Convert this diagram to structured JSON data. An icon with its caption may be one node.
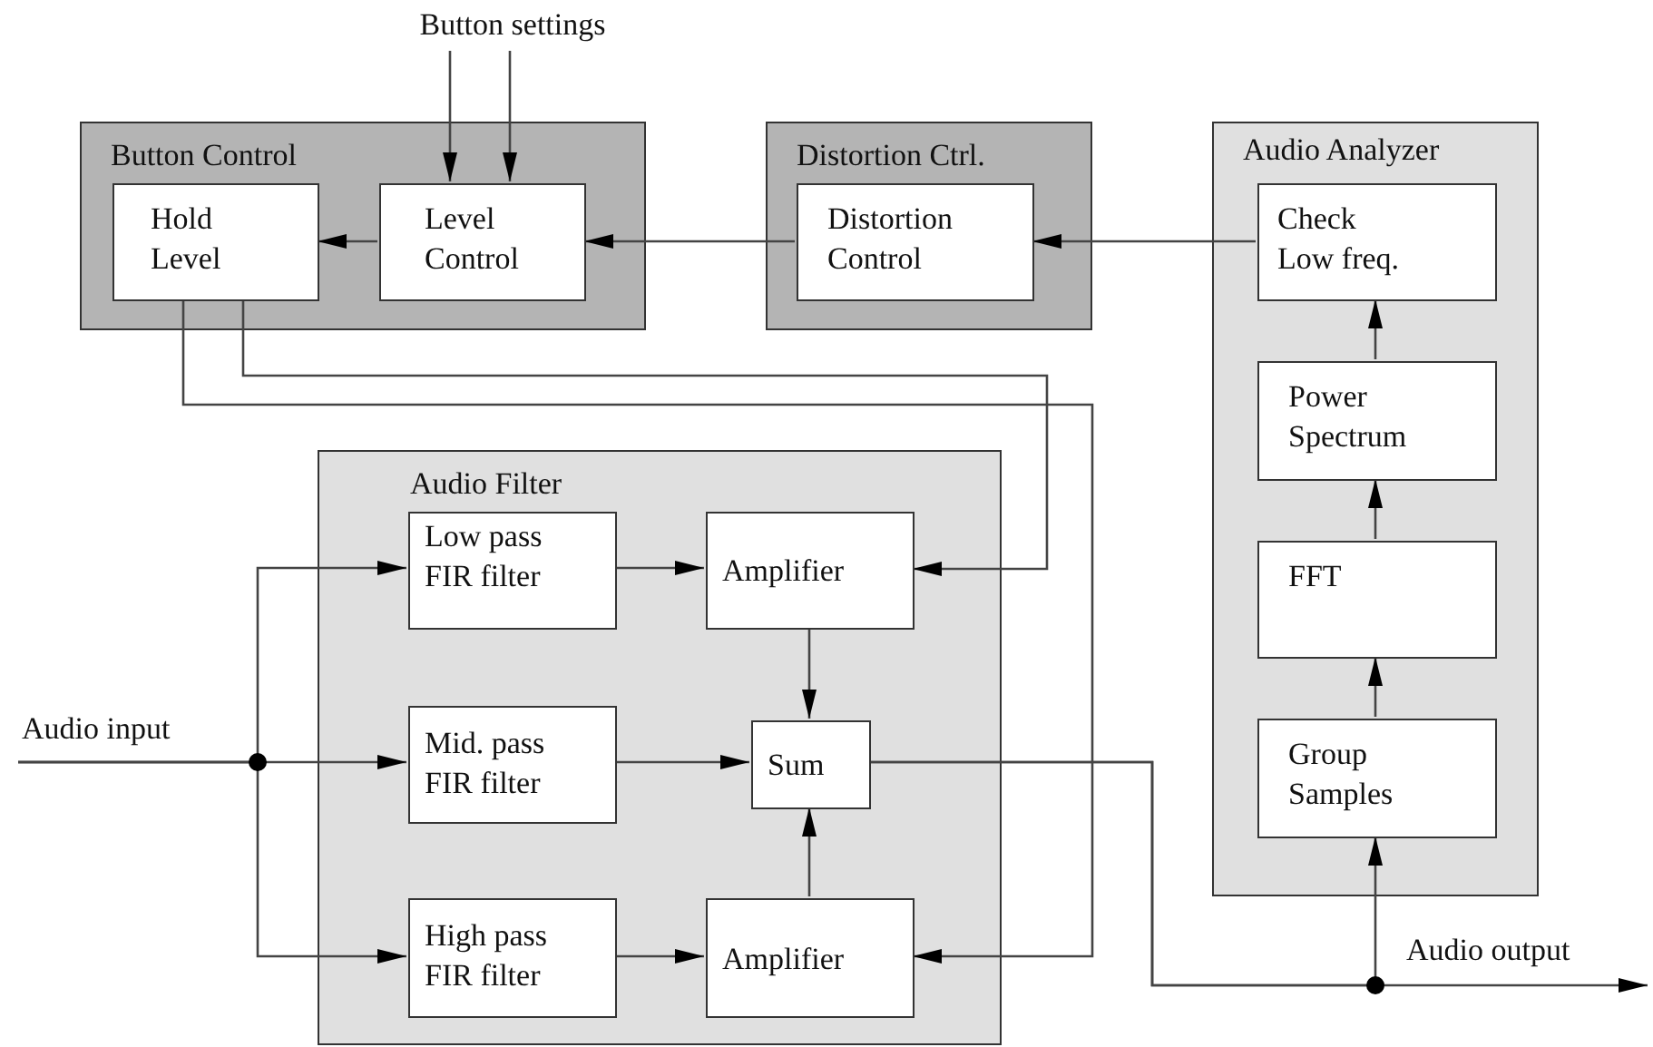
{
  "diagram": {
    "nodes": [
      {
        "text": [
          "Button Control"
        ]
      },
      {
        "text": [
          "Hold Level"
        ],
        "in": 0
      },
      {
        "text": [
          "Level Control"
        ],
        "in": 0
      },
      {
        "text": [
          "Distortion Ctrl."
        ]
      },
      {
        "text": [
          "Distortion Control"
        ],
        "in": 3
      },
      {
        "text": [
          "Audio Analyzer"
        ]
      },
      {
        "text": [
          "Check Low freq."
        ],
        "in": 5
      },
      {
        "text": [
          "Power Spectrum"
        ],
        "in": 5
      },
      {
        "text": [
          "FFT"
        ],
        "in": 5
      },
      {
        "text": [
          "Group Samples"
        ],
        "in": 5
      },
      {
        "text": [
          "Audio Filter"
        ]
      },
      {
        "text": [
          "Low pass FIR filter"
        ],
        "in": 10
      },
      {
        "text": [
          "Amplifier"
        ],
        "in": 10
      },
      {
        "text": [
          "Mid. pass FIR filter"
        ],
        "in": 10
      },
      {
        "text": [
          "Sum"
        ],
        "in": 10
      },
      {
        "text": [
          "High pass FIR filter"
        ],
        "in": 10
      },
      {
        "text": [
          "Amplifier"
        ],
        "in": 10
      },
      {
        "text": [
          "Button settings"
        ]
      }
    ],
    "edges": [
      {
        "from": 17,
        "to": 2,
        "arrow": "to"
      },
      {
        "from": 17,
        "to": 2,
        "arrow": "to"
      },
      {
        "from": 2,
        "to": 1,
        "arrow": "to"
      },
      {
        "from": 4,
        "to": 2,
        "arrow": "to"
      },
      {
        "from": 6,
        "to": 4,
        "arrow": "to"
      },
      {
        "from": 7,
        "to": 6,
        "arrow": "to"
      },
      {
        "from": 8,
        "to": 7,
        "arrow": "to"
      },
      {
        "from": 9,
        "to": 8,
        "arrow": "to"
      },
      {
        "from": 14,
        "to": 9,
        "arrow": "to"
      },
      {
        "from": 14,
        "to": null,
        "arrow": "to"
      },
      {
        "from": null,
        "to": 11,
        "arrow": "to"
      },
      {
        "from": null,
        "to": 13,
        "arrow": "to"
      },
      {
        "from": null,
        "to": 15,
        "arrow": "to"
      },
      {
        "from": 11,
        "to": 12,
        "arrow": "to"
      },
      {
        "from": 13,
        "to": 14,
        "arrow": "to"
      },
      {
        "from": 15,
        "to": 16,
        "arrow": "to"
      },
      {
        "from": 12,
        "to": 14,
        "arrow": "to"
      },
      {
        "from": 16,
        "to": 14,
        "arrow": "to"
      },
      {
        "from": 1,
        "to": 12,
        "arrow": "to"
      },
      {
        "from": 1,
        "to": 16,
        "arrow": "to"
      }
    ],
    "labels": [
      "Audio input",
      "Audio output"
    ]
  }
}
